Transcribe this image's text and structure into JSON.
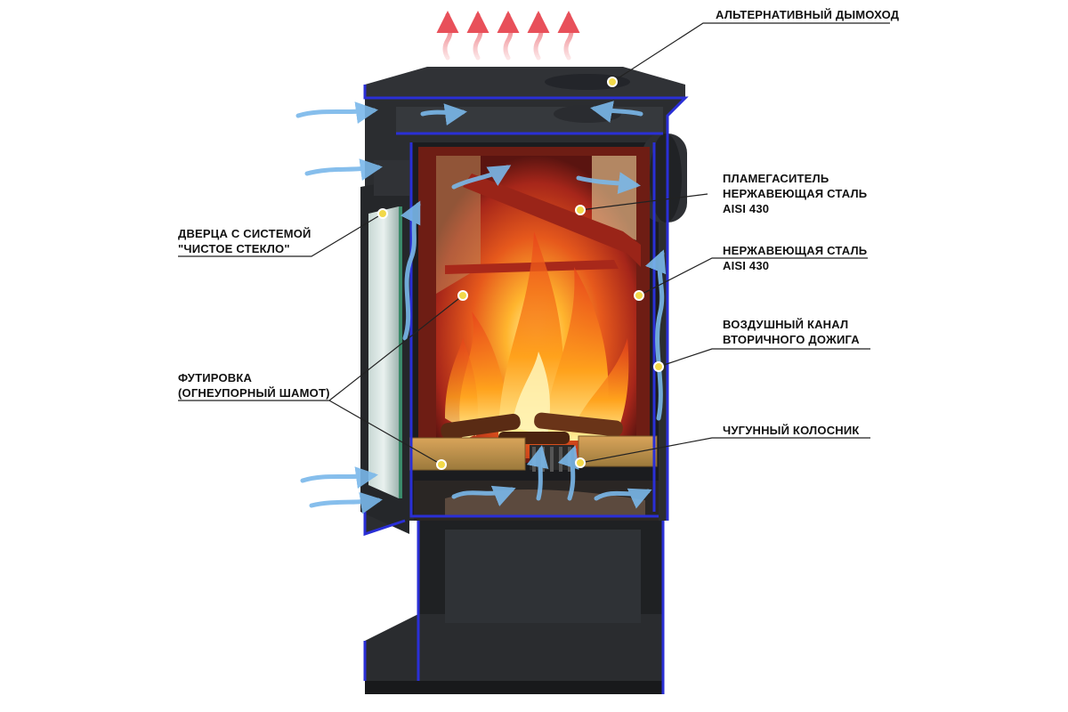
{
  "callouts": {
    "alt_chimney": {
      "lines": [
        "АЛЬТЕРНАТИВНЫЙ ДЫМОХОД"
      ]
    },
    "flame_damper": {
      "lines": [
        "ПЛАМЕГАСИТЕЛЬ",
        "НЕРЖАВЕЮЩАЯ СТАЛЬ",
        "AISI 430"
      ]
    },
    "stainless": {
      "lines": [
        "НЕРЖАВЕЮЩАЯ СТАЛЬ",
        "AISI 430"
      ]
    },
    "air_channel": {
      "lines": [
        "ВОЗДУШНЫЙ КАНАЛ",
        "ВТОРИЧНОГО ДОЖИГА"
      ]
    },
    "grate": {
      "lines": [
        "ЧУГУННЫЙ КОЛОСНИК"
      ]
    },
    "door": {
      "lines": [
        "ДВЕРЦА С СИСТЕМОЙ",
        "\"ЧИСТОЕ СТЕКЛО\""
      ]
    },
    "lining": {
      "lines": [
        "ФУТИРОВКА",
        "(ОГНЕУПОРНЫЙ ШАМОТ)"
      ]
    }
  },
  "colors": {
    "body": "#2b2d30",
    "outline": "#2a2fd6",
    "firebrick": "#b8261a",
    "airflow": "#7ab8ea",
    "heat": "#e8505a",
    "marker": "#f2d94a"
  }
}
